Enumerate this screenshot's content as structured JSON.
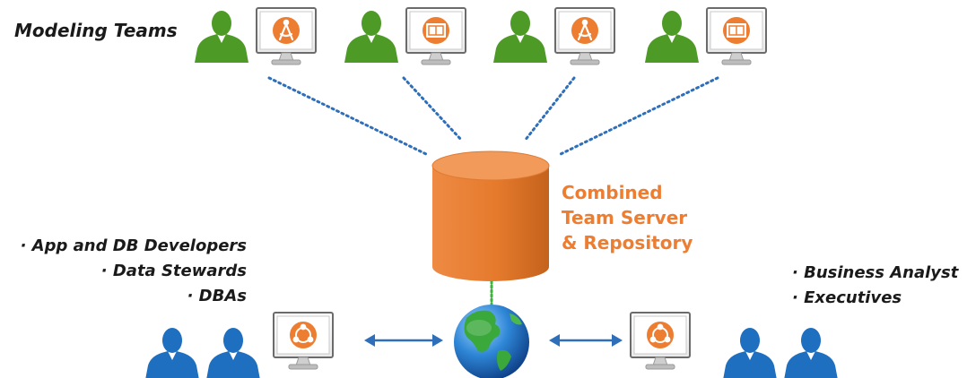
{
  "modeling_teams": {
    "label": "Modeling Teams"
  },
  "repository": {
    "lines": [
      "Combined",
      "Team Server",
      "& Repository"
    ]
  },
  "left_group": {
    "roles": [
      "· App and DB Developers",
      "· Data Stewards",
      "· DBAs"
    ]
  },
  "right_group": {
    "roles": [
      "· Business Analyst",
      "· Executives"
    ]
  },
  "colors": {
    "modeler_green": "#4e9a27",
    "viewer_blue": "#1e6fc0",
    "accent_orange": "#ed7d31",
    "connector_blue": "#2f6fba",
    "connector_green": "#3cb43c"
  },
  "icons": {
    "modeler": "person-icon",
    "workstation_tools": [
      "compass-icon",
      "blueprint-icon",
      "compass-icon",
      "blueprint-icon"
    ],
    "viewer_app": "network-app-icon",
    "network": "globe-icon",
    "database": "database-icon"
  }
}
